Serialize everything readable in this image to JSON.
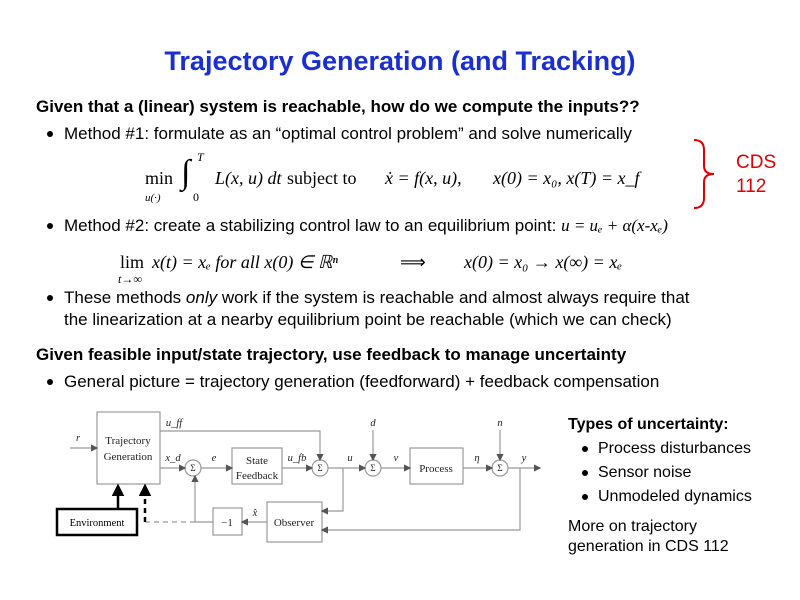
{
  "title": "Trajectory Generation (and Tracking)",
  "section1": {
    "heading": "Given that a (linear) system is reachable, how do we compute the inputs??",
    "method1": "Method #1: formulate as an “optimal control problem” and solve numerically",
    "eq1": {
      "min": "min",
      "min_sub": "u(·)",
      "integral_lower": "0",
      "integral_upper": "T",
      "integrand": "L(x, u) dt",
      "subject_to": "subject to",
      "dynamics": "ẋ = f(x, u),",
      "boundary": "x(0) = x₀, x(T) = x_f"
    },
    "method2": "Method #2: create a stabilizing control law to an equilibrium point:",
    "method2_law": "u = uₑ + α(x-xₑ)",
    "eq2": {
      "lim": "lim",
      "lim_sub": "t→∞",
      "left": "x(t) = xₑ for all x(0) ∈ ℝⁿ",
      "implies": "⟹",
      "right": "x(0) = x₀ → x(∞) = xₑ"
    },
    "bullet3_line1_a": "These methods ",
    "bullet3_only": "only",
    "bullet3_line1_b": " work if the system is reachable and almost always require that",
    "bullet3_line2": "the linearization at a nearby equilibrium point be reachable (which we can check)"
  },
  "annotation": {
    "line1": "CDS",
    "line2": "112",
    "color": "#e00000"
  },
  "section2": {
    "heading": "Given feasible input/state trajectory, use feedback to manage uncertainty",
    "bullet": "General picture = trajectory generation (feedforward) + feedback compensation"
  },
  "diagram": {
    "traj_gen_1": "Trajectory",
    "traj_gen_2": "Generation",
    "environment": "Environment",
    "state_fb_1": "State",
    "state_fb_2": "Feedback",
    "process": "Process",
    "observer": "Observer",
    "neg_one": "−1",
    "sum": "Σ",
    "r": "r",
    "u_ff": "u_ff",
    "x_d": "x_d",
    "e": "e",
    "u_fb": "u_fb",
    "u": "u",
    "d": "d",
    "v": "v",
    "eta": "η",
    "n": "n",
    "y": "y",
    "x_hat": "x̂"
  },
  "uncertainty": {
    "heading": "Types of uncertainty:",
    "items": [
      "Process disturbances",
      "Sensor noise",
      "Unmodeled dynamics"
    ],
    "note_line1": "More on trajectory",
    "note_line2": "generation in CDS 112"
  },
  "colors": {
    "title": "#1a2fd0",
    "diagram_lines": "#999999"
  }
}
